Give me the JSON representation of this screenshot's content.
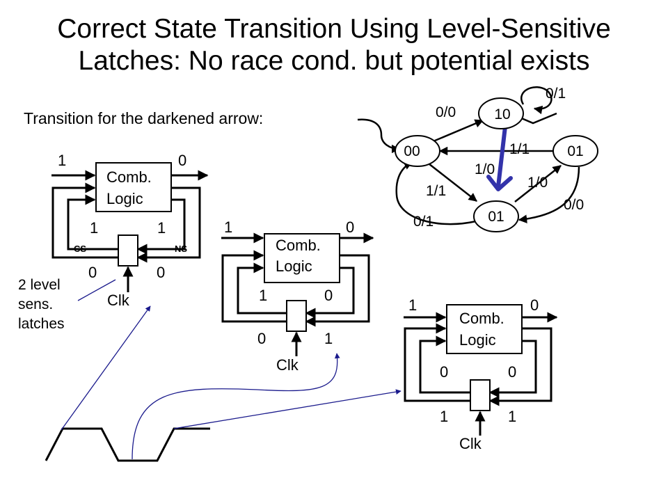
{
  "title": {
    "line1": "Correct State Transition Using Level-Sensitive",
    "line2": "Latches: No race cond. but potential exists"
  },
  "subtitle": "Transition for the darkened arrow:",
  "note": {
    "line1": "2 level",
    "line2": "sens.",
    "line3": "latches"
  },
  "state_diagram": {
    "states": [
      {
        "label": "00"
      },
      {
        "label": "10"
      },
      {
        "label": "01"
      },
      {
        "label": "01"
      }
    ],
    "edge_labels": [
      "0/1",
      "0/0",
      "1/1",
      "1/0",
      "1/0",
      "1/1",
      "0/0",
      "0/1"
    ],
    "highlight_color": "#3333aa"
  },
  "circuits": [
    {
      "logic_line1": "Comb.",
      "logic_line2": "Logic",
      "in": "1",
      "out": "0",
      "cs_top": "1",
      "ns_top": "1",
      "cs_bottom": "0",
      "ns_bottom": "0",
      "cs_label": "CS",
      "ns_label": "NS",
      "clk": "Clk"
    },
    {
      "logic_line1": "Comb.",
      "logic_line2": "Logic",
      "in": "1",
      "out": "0",
      "cs_top": "1",
      "ns_top": "0",
      "cs_bottom": "0",
      "ns_bottom": "1",
      "clk": "Clk"
    },
    {
      "logic_line1": "Comb.",
      "logic_line2": "Logic",
      "in": "1",
      "out": "0",
      "cs_top": "0",
      "ns_top": "0",
      "cs_bottom": "1",
      "ns_bottom": "1",
      "clk": "Clk"
    }
  ]
}
